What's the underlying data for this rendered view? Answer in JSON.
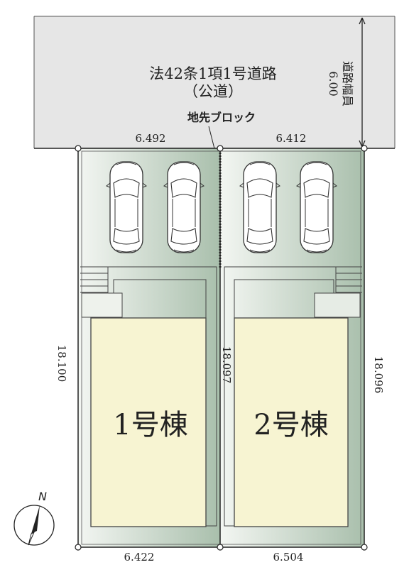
{
  "road": {
    "name": "法42条1項1号道路",
    "type": "（公道）",
    "width_label": "道路幅員",
    "width_value": "6.00"
  },
  "callout": {
    "label": "地先ブロック"
  },
  "lots": [
    {
      "name": "1号棟",
      "front": "6.492",
      "rear": "6.422",
      "side": "18.100",
      "cars": 2
    },
    {
      "name": "2号棟",
      "front": "6.412",
      "rear": "6.504",
      "side": "18.096",
      "cars": 2
    }
  ],
  "shared_boundary": "18.097",
  "compass": {
    "label": "N"
  },
  "colors": {
    "road": "#e6e6e6",
    "lot_green_dark": "#9fb7a2",
    "lot_green_light": "#edf2ec",
    "building": "#f7f4d2",
    "line": "#2a2a2a"
  }
}
